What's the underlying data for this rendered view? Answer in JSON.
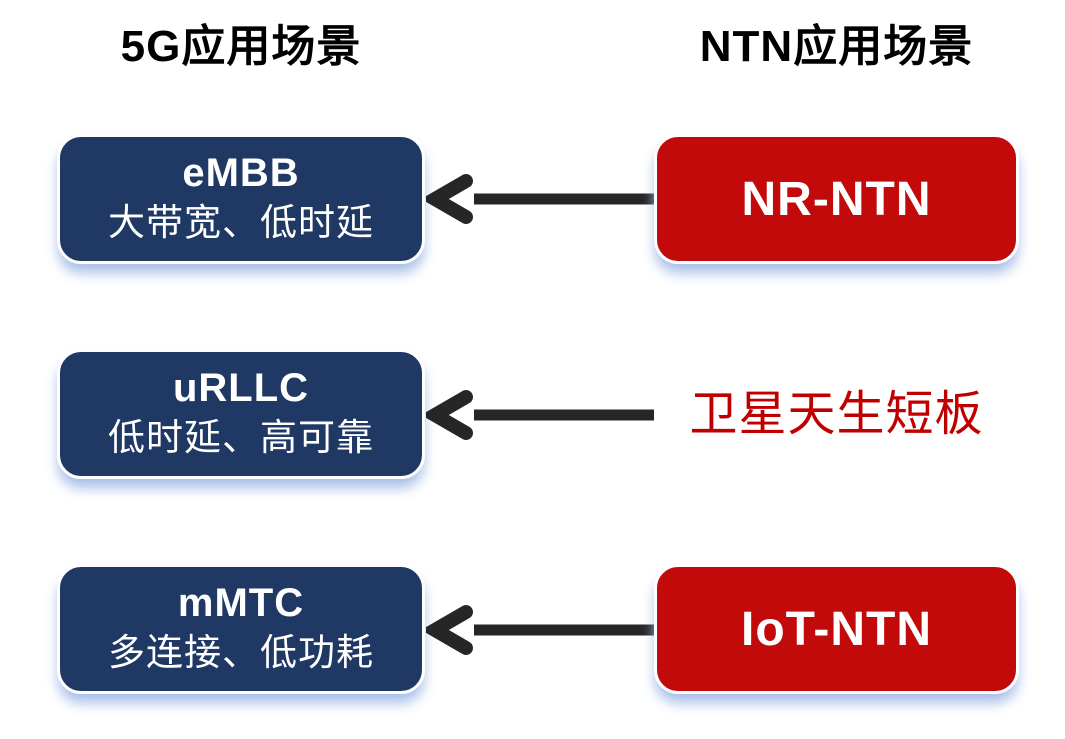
{
  "headers": {
    "left": "5G应用场景",
    "right": "NTN应用场景"
  },
  "rows": [
    {
      "left": {
        "title": "eMBB",
        "subtitle": "大带宽、低时延"
      },
      "right": {
        "type": "box",
        "label": "NR-NTN"
      }
    },
    {
      "left": {
        "title": "uRLLC",
        "subtitle": "低时延、高可靠"
      },
      "right": {
        "type": "text",
        "label": "卫星天生短板"
      }
    },
    {
      "left": {
        "title": "mMTC",
        "subtitle": "多连接、低功耗"
      },
      "right": {
        "type": "box",
        "label": "IoT-NTN"
      }
    }
  ],
  "colors": {
    "blue_box": "#1F3864",
    "red_box": "#C20A0A",
    "red_text": "#C00000",
    "arrow": "#262626",
    "glow": "#A8BFE8",
    "header_text": "#000000",
    "box_text": "#FFFFFF",
    "bg": "#FFFFFF"
  }
}
